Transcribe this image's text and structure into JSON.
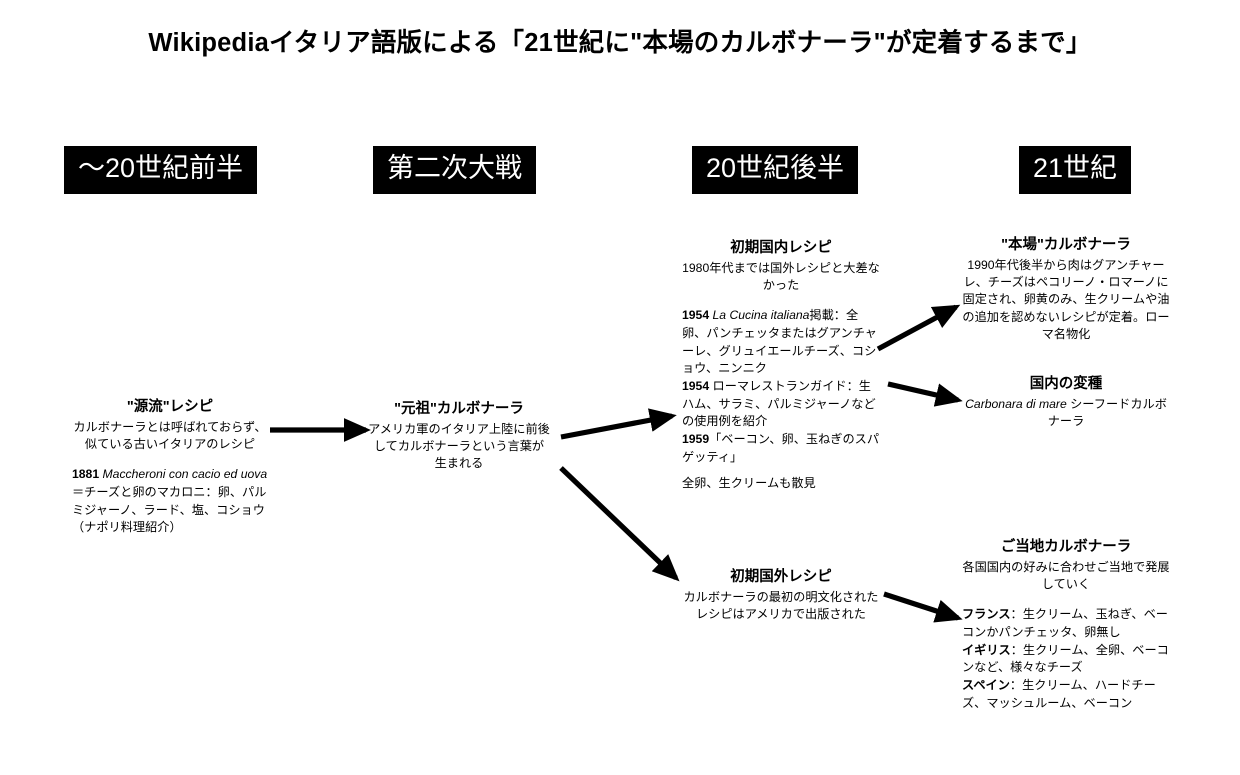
{
  "title": "Wikipediaイタリア語版による「21世紀に\"本場のカルボナーラ\"が定着するまで」",
  "eras": [
    {
      "name": "era-early-20c",
      "label": "〜20世紀前半"
    },
    {
      "name": "era-wwii",
      "label": "第二次大戦"
    },
    {
      "name": "era-late-20c",
      "label": "20世紀後半"
    },
    {
      "name": "era-21c",
      "label": "21世紀"
    }
  ],
  "blocks": {
    "origin": {
      "heading": "\"源流\"レシピ",
      "subtitle": "カルボナーラとは呼ばれておらず、似ている古いイタリアのレシピ",
      "detail": {
        "year": "1881",
        "italic": "Maccheroni con cacio ed uova",
        "text": "＝チーズと卵のマカロニ：卵、パルミジャーノ、ラード、塩、コショウ（ナポリ料理紹介）"
      }
    },
    "first": {
      "heading": "\"元祖\"カルボナーラ",
      "subtitle": "アメリカ軍のイタリア上陸に前後してカルボナーラという言葉が生まれる"
    },
    "domestic_early": {
      "heading": "初期国内レシピ",
      "subtitle": "1980年代までは国外レシピと大差なかった",
      "entries": [
        {
          "year": "1954",
          "italic": "La Cucina italiana",
          "text": "掲載：全卵、パンチェッタまたはグアンチャーレ、グリュイエールチーズ、コショウ、ニンニク"
        },
        {
          "year": "1954",
          "italic": "",
          "text": " ローマレストランガイド：生ハム、サラミ、パルミジャーノなどの使用例を紹介"
        },
        {
          "year": "1959",
          "italic": "",
          "text": "「ベーコン、卵、玉ねぎのスパゲッティ」"
        }
      ],
      "footnote": "全卵、生クリームも散見"
    },
    "foreign_early": {
      "heading": "初期国外レシピ",
      "subtitle": "カルボナーラの最初の明文化されたレシピはアメリカで出版された"
    },
    "authentic": {
      "heading": "\"本場\"カルボナーラ",
      "subtitle": "1990年代後半から肉はグアンチャーレ、チーズはペコリーノ・ロマーノに固定され、卵黄のみ、生クリームや油の追加を認めないレシピが定着。ローマ名物化"
    },
    "domestic_variant": {
      "heading": "国内の変種",
      "subtitle_italic": "Carbonara di mare",
      "subtitle_rest": " シーフードカルボナーラ"
    },
    "local": {
      "heading": "ご当地カルボナーラ",
      "subtitle": "各国国内の好みに合わせご当地で発展していく",
      "entries": [
        {
          "country": "フランス",
          "text": "：生クリーム、玉ねぎ、ベーコンかパンチェッタ、卵無し"
        },
        {
          "country": "イギリス",
          "text": "：生クリーム、全卵、ベーコンなど、様々なチーズ"
        },
        {
          "country": "スペイン",
          "text": "：生クリーム、ハードチーズ、マッシュルーム、ベーコン"
        }
      ]
    }
  },
  "arrows": [
    {
      "name": "arrow-origin-to-first",
      "from": "origin",
      "to": "first"
    },
    {
      "name": "arrow-first-to-domestic-early",
      "from": "first",
      "to": "domestic-early"
    },
    {
      "name": "arrow-first-to-foreign-early",
      "from": "first",
      "to": "foreign-early"
    },
    {
      "name": "arrow-domestic-early-to-authentic",
      "from": "domestic-early",
      "to": "authentic"
    },
    {
      "name": "arrow-domestic-early-to-variant",
      "from": "domestic-early",
      "to": "domestic-variant"
    },
    {
      "name": "arrow-foreign-early-to-local",
      "from": "foreign-early",
      "to": "local"
    }
  ],
  "colors": {
    "ink": "#000000",
    "paper": "#ffffff",
    "chip_bg": "#000000",
    "chip_text": "#ffffff"
  }
}
